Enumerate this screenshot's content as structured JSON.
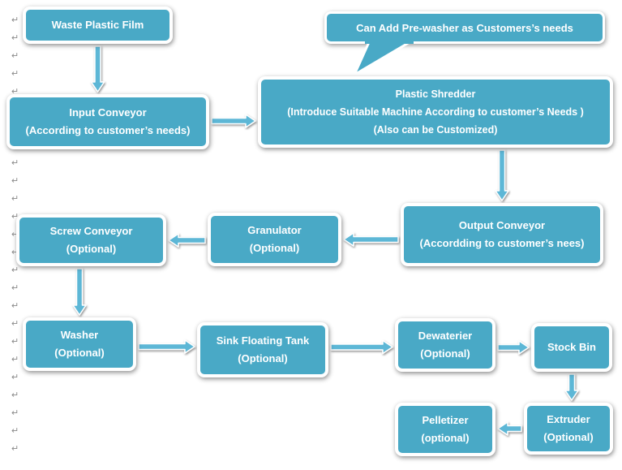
{
  "nodes": {
    "waste_plastic_film": {
      "lines": [
        "Waste Plastic Film"
      ]
    },
    "input_conveyor": {
      "lines": [
        "Input Conveyor",
        "(According to customer’s needs)"
      ]
    },
    "plastic_shredder": {
      "lines": [
        "Plastic Shredder",
        "(Introduce Suitable Machine According to customer’s Needs )",
        "(Also can be Customized)"
      ]
    },
    "output_conveyor": {
      "lines": [
        "Output Conveyor",
        "(Accordding to customer’s nees)"
      ]
    },
    "granulator": {
      "lines": [
        "Granulator",
        "(Optional)"
      ]
    },
    "screw_conveyor": {
      "lines": [
        "Screw Conveyor",
        "(Optional)"
      ]
    },
    "washer": {
      "lines": [
        "Washer",
        "(Optional)"
      ]
    },
    "sink_floating_tank": {
      "lines": [
        "Sink Floating Tank",
        "(Optional)"
      ]
    },
    "dewaterier": {
      "lines": [
        "Dewaterier",
        "(Optional)"
      ]
    },
    "stock_bin": {
      "lines": [
        "Stock Bin"
      ]
    },
    "extruder": {
      "lines": [
        "Extruder",
        "(Optional)"
      ]
    },
    "pelletizer": {
      "lines": [
        "Pelletizer",
        "(optional)"
      ]
    }
  },
  "callout": {
    "text": "Can Add Pre-washer as Customers’s needs"
  },
  "edges": [
    [
      "waste_plastic_film",
      "input_conveyor"
    ],
    [
      "input_conveyor",
      "plastic_shredder"
    ],
    [
      "plastic_shredder",
      "output_conveyor"
    ],
    [
      "output_conveyor",
      "granulator"
    ],
    [
      "granulator",
      "screw_conveyor"
    ],
    [
      "screw_conveyor",
      "washer"
    ],
    [
      "washer",
      "sink_floating_tank"
    ],
    [
      "sink_floating_tank",
      "dewaterier"
    ],
    [
      "dewaterier",
      "stock_bin"
    ],
    [
      "stock_bin",
      "extruder"
    ],
    [
      "extruder",
      "pelletizer"
    ]
  ],
  "colors": {
    "box_fill": "#49a9c6",
    "box_border": "#ffffff",
    "arrow_fill": "#5db7d6"
  }
}
